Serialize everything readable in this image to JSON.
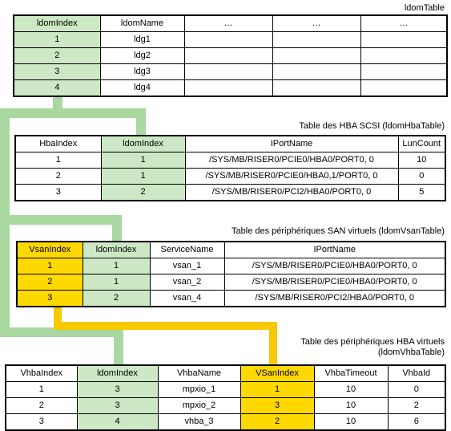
{
  "colors": {
    "green_link": "#a9d8a0",
    "yellow_link": "#f6c900",
    "green_cell": "#cce8c4",
    "yellow_cell": "#ffd800"
  },
  "ldom": {
    "caption": "ldomTable",
    "headers": [
      "ldomIndex",
      "ldomName",
      "…",
      "…",
      "…"
    ],
    "rows": [
      [
        "1",
        "ldg1",
        "",
        "",
        ""
      ],
      [
        "2",
        "ldg2",
        "",
        "",
        ""
      ],
      [
        "3",
        "ldg3",
        "",
        "",
        ""
      ],
      [
        "4",
        "ldg4",
        "",
        "",
        ""
      ]
    ]
  },
  "hba": {
    "caption": "Table des HBA SCSI (ldomHbaTable)",
    "headers": [
      "HbaIndex",
      "ldomIndex",
      "IPortName",
      "LunCount"
    ],
    "rows": [
      [
        "1",
        "1",
        "/SYS/MB/RISER0/PCIE0/HBA0/PORT0, 0",
        "10"
      ],
      [
        "2",
        "1",
        "/SYS/MB/RISER0/PCIE0/HBA0,1/PORT0, 0",
        "0"
      ],
      [
        "3",
        "2",
        "/SYS/MB/RISER0/PCI2/HBA0/PORT0, 0",
        "5"
      ]
    ]
  },
  "vsan": {
    "caption": "Table des périphériques SAN virtuels (ldomVsanTable)",
    "headers": [
      "VsanIndex",
      "ldomIndex",
      "ServiceName",
      "IPortName"
    ],
    "rows": [
      [
        "1",
        "1",
        "vsan_1",
        "/SYS/MB/RISER0/PCIE0/HBA0/PORT0, 0"
      ],
      [
        "2",
        "1",
        "vsan_2",
        "/SYS/MB/RISER0/PCIE0/HBA0/PORT0, 0"
      ],
      [
        "3",
        "2",
        "vsan_4",
        "/SYS/MB/RISER0/PCI2/HBA0/PORT0, 0"
      ]
    ]
  },
  "vhba": {
    "caption_line1": "Table des périphériques HBA virtuels",
    "caption_line2": "(ldomVhbaTable)",
    "headers": [
      "VhbaIndex",
      "ldomIndex",
      "VhbaName",
      "VSanIndex",
      "VhbaTimeout",
      "VhbaId"
    ],
    "rows": [
      [
        "1",
        "3",
        "mpxio_1",
        "1",
        "10",
        "0"
      ],
      [
        "2",
        "3",
        "mpxio_2",
        "3",
        "10",
        "2"
      ],
      [
        "3",
        "4",
        "vhba_3",
        "2",
        "10",
        "6"
      ]
    ]
  }
}
